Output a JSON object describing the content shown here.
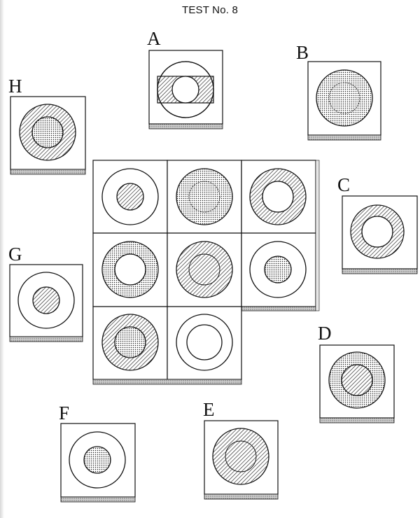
{
  "title": "TEST No. 8",
  "answer_letters": {
    "a": "A",
    "b": "B",
    "c": "C",
    "d": "D",
    "e": "E",
    "f": "F",
    "g": "G",
    "h": "H"
  },
  "fill_styles": [
    "white",
    "stripe",
    "dots"
  ],
  "grid": [
    [
      {
        "outer": "white",
        "inner": "stripe",
        "inner_size": "small"
      },
      {
        "outer": "dots",
        "inner": "dots",
        "inner_size": "large"
      },
      {
        "outer": "stripe",
        "inner": "white",
        "inner_size": "medium"
      }
    ],
    [
      {
        "outer": "dots",
        "inner": "white",
        "inner_size": "medium"
      },
      {
        "outer": "stripe",
        "inner": "stripe",
        "inner_size": "large"
      },
      {
        "outer": "white",
        "inner": "dots",
        "inner_size": "small"
      }
    ],
    [
      {
        "outer": "stripe",
        "inner": "dots",
        "inner_size": "medium"
      },
      {
        "outer": "white",
        "inner": "white",
        "inner_size": "medium"
      },
      null
    ]
  ],
  "options": [
    {
      "key": "a",
      "outer": "white band with stripe band",
      "inner": "white",
      "inner_size": "medium"
    },
    {
      "key": "b",
      "outer": "dots",
      "inner": "dots",
      "inner_size": "large"
    },
    {
      "key": "c",
      "outer": "stripe",
      "inner": "white",
      "inner_size": "medium"
    },
    {
      "key": "d",
      "outer": "dots",
      "inner": "stripe",
      "inner_size": "medium"
    },
    {
      "key": "e",
      "outer": "stripe",
      "inner": "stripe",
      "inner_size": "large"
    },
    {
      "key": "f",
      "outer": "white",
      "inner": "dots",
      "inner_size": "small"
    },
    {
      "key": "g",
      "outer": "white",
      "inner": "stripe",
      "inner_size": "small"
    },
    {
      "key": "h",
      "outer": "stripe",
      "inner": "dots",
      "inner_size": "medium"
    }
  ]
}
